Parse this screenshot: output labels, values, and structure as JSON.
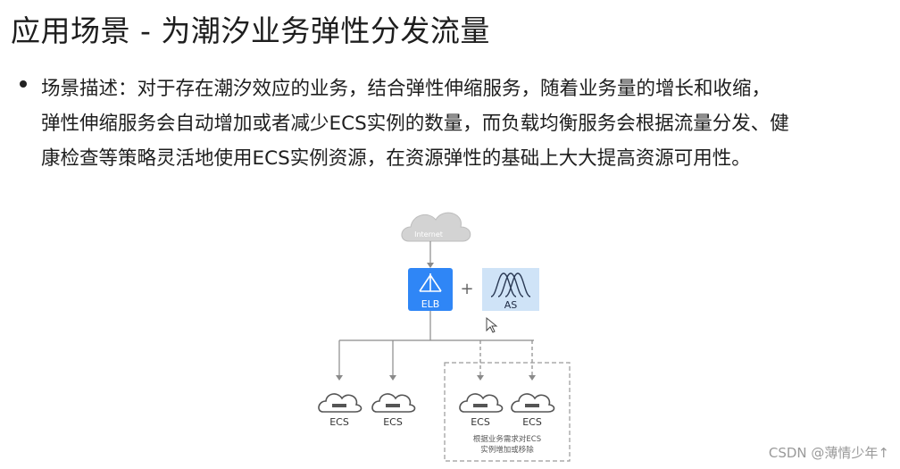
{
  "title": "应用场景 - 为潮汐业务弹性分发流量",
  "description": {
    "lines": [
      "场景描述：对于存在潮汐效应的业务，结合弹性伸缩服务，随着业务量的增长和收缩，",
      "弹性伸缩服务会自动增加或者减少ECS实例的数量，而负载均衡服务会根据流量分发、健",
      "康检查等策略灵活地使用ECS实例资源，在资源弹性的基础上大大提高资源可用性。"
    ]
  },
  "diagram": {
    "internet_label": "Internet",
    "elb_label": "ELB",
    "plus_sign": "+",
    "as_label": "AS",
    "ecs_label": "ECS",
    "scaling_note_line1": "根据业务需求对ECS",
    "scaling_note_line2": "实例增加或移除",
    "colors": {
      "elb_fill": "#2f86f6",
      "as_fill": "#cfe3f7",
      "cloud_fill": "#cfcfcf",
      "line": "#8a8a8a"
    }
  },
  "watermark": "CSDN @薄情少年↑"
}
